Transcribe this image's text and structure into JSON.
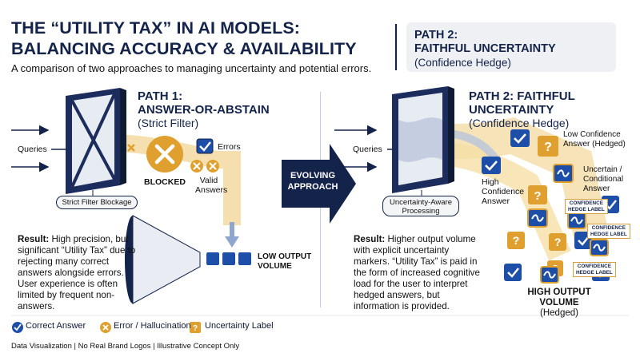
{
  "header": {
    "title_line1": "THE “UTILITY TAX” IN AI MODELS:",
    "title_line2": "BALANCING ACCURACY & AVAILABILITY",
    "subtitle": "A comparison of two approaches to managing uncertainty and potential errors."
  },
  "path2_box": {
    "line1": "PATH 2:",
    "line2": "FAITHFUL UNCERTAINTY",
    "line3": "(Confidence Hedge)"
  },
  "path1": {
    "title_line1": "PATH 1:",
    "title_line2": "ANSWER-OR-ABSTAIN",
    "subtitle": "(Strict Filter)",
    "queries_label": "Queries",
    "filter_label": "Strict Filter Blockage",
    "blocked_label": "BLOCKED",
    "errors_label": "Errors",
    "valid_label_1": "Valid",
    "valid_label_2": "Answers",
    "output_line1": "LOW OUTPUT",
    "output_line2": "VOLUME",
    "result_label": "Result:",
    "result_text": "High precision, but significant “Utility Tax” due to rejecting many correct answers alongside errors. User experience is often limited by frequent non-answers."
  },
  "center": {
    "arrow_line1": "EVOLVING",
    "arrow_line2": "APPROACH"
  },
  "path2": {
    "title_line1": "PATH 2: FAITHFUL",
    "title_line2": "UNCERTAINTY",
    "subtitle": "(Confidence Hedge)",
    "queries_label": "Queries",
    "processing_line1": "Uncertainty-Aware",
    "processing_line2": "Processing",
    "high_conf_1": "High",
    "high_conf_2": "Confidence",
    "high_conf_3": "Answer",
    "low_conf_1": "Low Confidence",
    "low_conf_2": "Answer (Hedged)",
    "uncertain_1": "Uncertain /",
    "uncertain_2": "Conditional",
    "uncertain_3": "Answer",
    "hedge_label_1": "CONFIDENCE",
    "hedge_label_2": "HEDGE LABEL",
    "output_line1": "HIGH OUTPUT VOLUME",
    "output_line2": "(Hedged)",
    "result_label": "Result:",
    "result_text": "Higher output volume with explicit uncertainty markers. “Utility Tax” is paid in the form of increased cognitive load for the user to interpret hedged answers, but information is provided."
  },
  "legend": {
    "correct": "Correct Answer",
    "error": "Error / Hallucination",
    "uncertainty": "Uncertainty Label"
  },
  "footer": "Data Visualization | No Real Brand Logos | Illustrative Concept Only",
  "colors": {
    "navy": "#13234a",
    "orange": "#e0a030",
    "light_orange": "#f6dfa6",
    "blue": "#1e4fa8"
  }
}
